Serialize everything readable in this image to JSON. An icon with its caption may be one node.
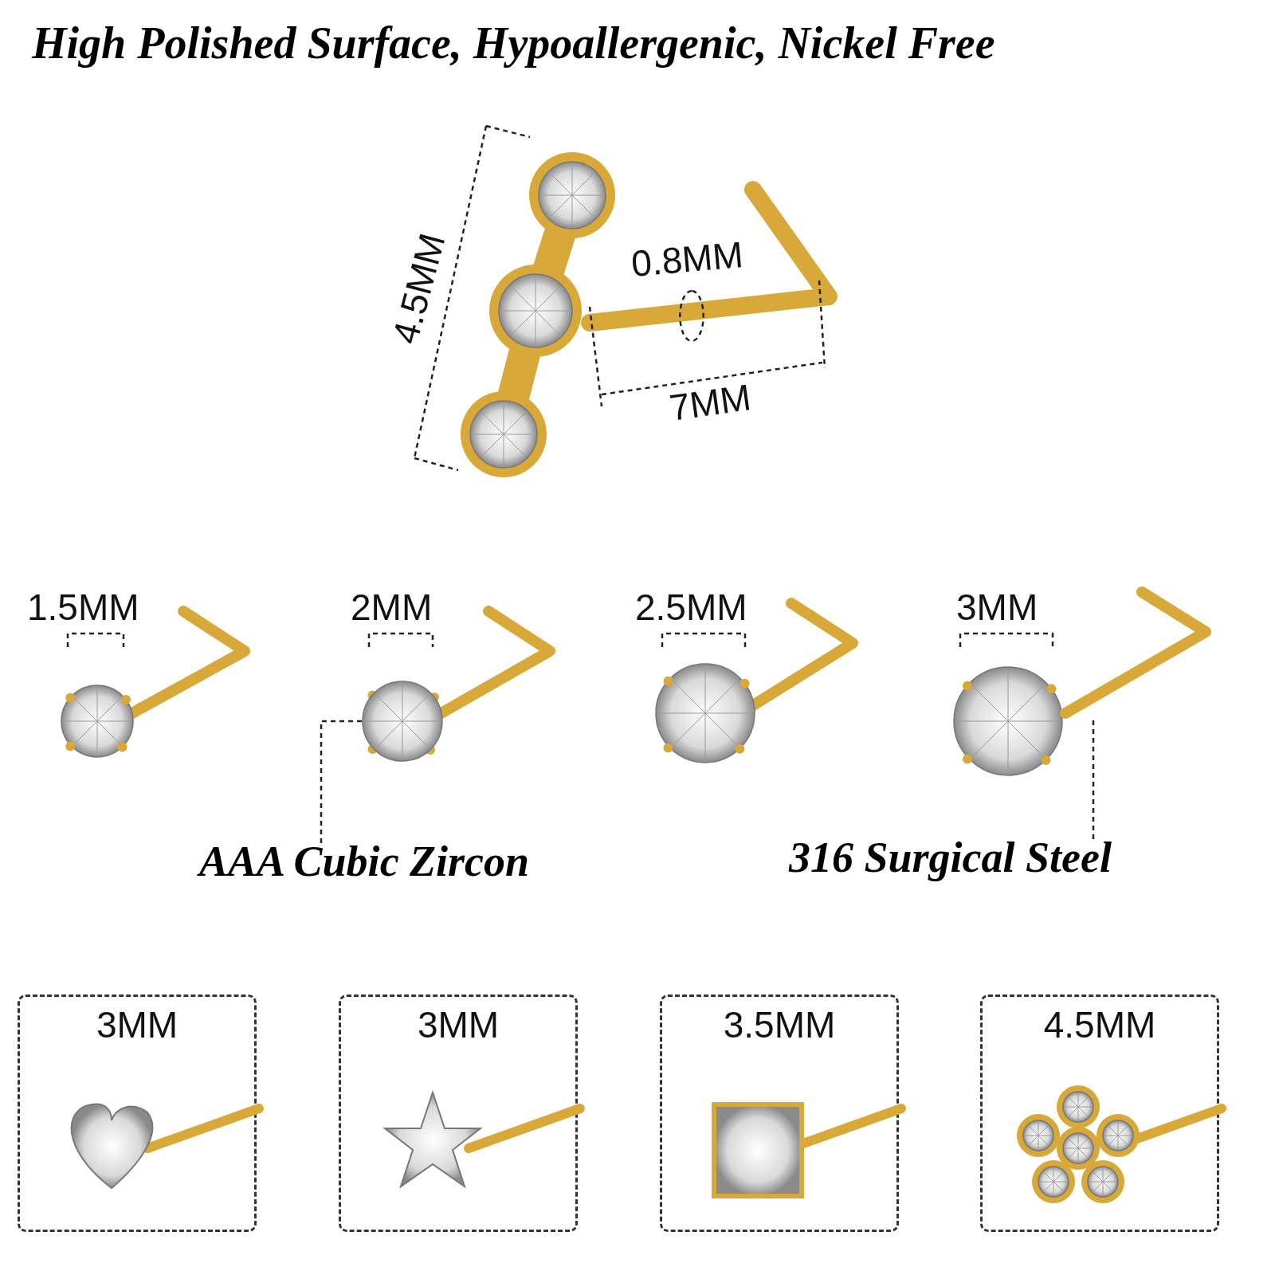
{
  "diagram": {
    "title": "High Polished Surface, Hypoallergenic, Nickel Free",
    "nodes": [
      {
        "text": [],
        "shape": "picture"
      },
      {
        "text": [
          "AAA Cubic Zircon"
        ]
      },
      {
        "text": [],
        "shape": "picture"
      },
      {
        "text": [
          "316 Surgical Steel"
        ]
      },
      {
        "text": [
          "3MM"
        ]
      },
      {
        "text": [
          "3MM"
        ]
      },
      {
        "text": [
          "3.5MM"
        ]
      },
      {
        "text": [
          "4.5MM"
        ]
      }
    ],
    "edges": [
      {
        "from": 1,
        "to": 0,
        "arrow": "none",
        "style": "dashed"
      },
      {
        "from": 3,
        "to": 2,
        "arrow": "none",
        "style": "dashed"
      }
    ],
    "labels": [
      "4.5MM",
      "0.8MM",
      "7MM",
      "1.5MM",
      "2MM",
      "2.5MM",
      "3MM"
    ]
  }
}
